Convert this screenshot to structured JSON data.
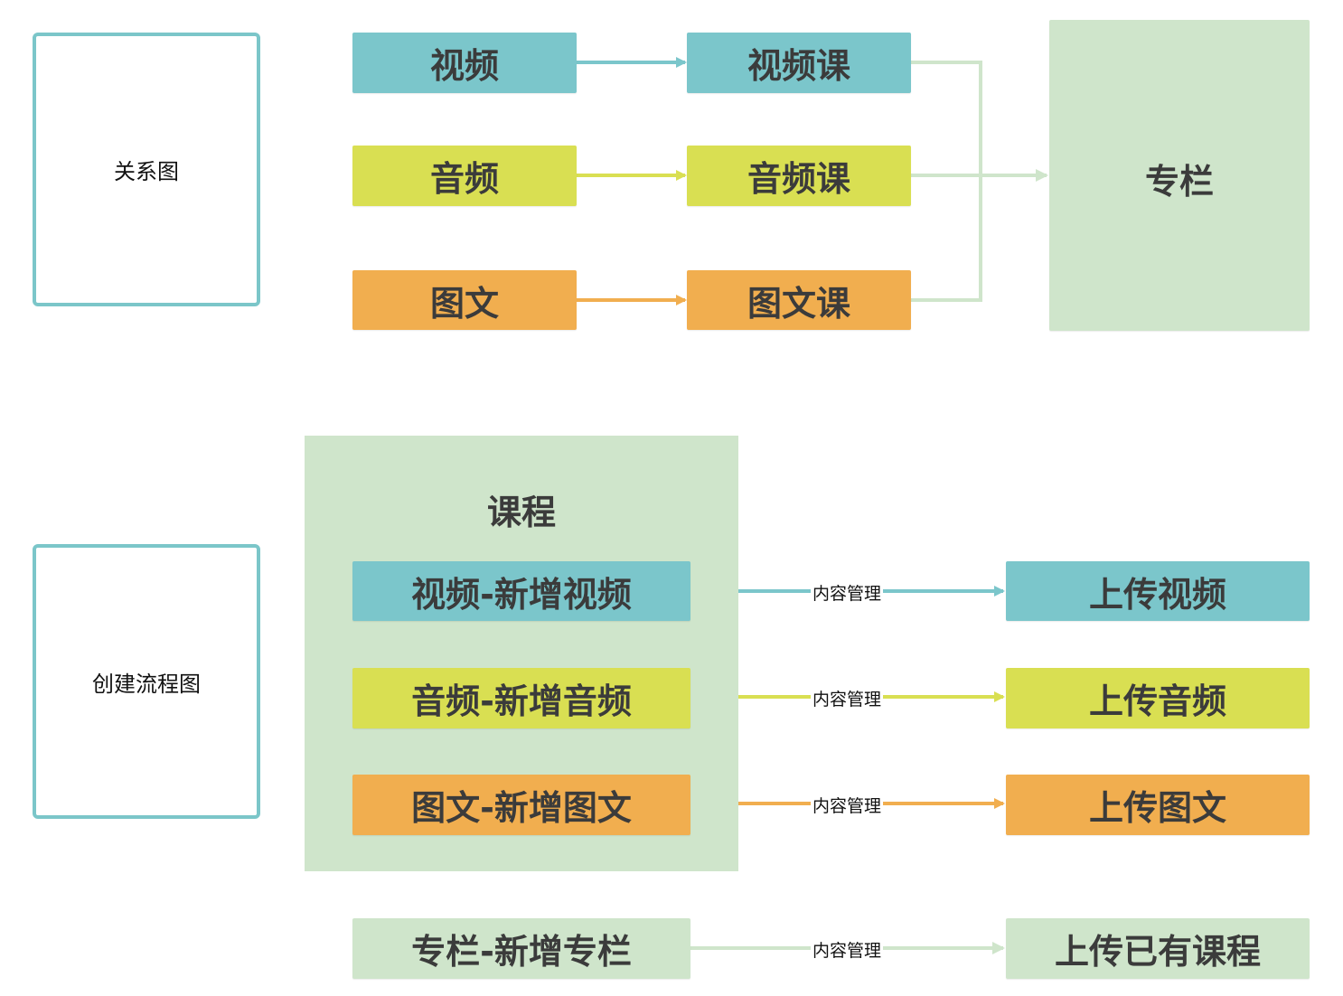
{
  "relation": {
    "frame_label": "关系图",
    "sources": [
      {
        "label": "视频",
        "color": "#7bc6cb"
      },
      {
        "label": "音频",
        "color": "#d9df52"
      },
      {
        "label": "图文",
        "color": "#f1ae4f"
      }
    ],
    "courses": [
      {
        "label": "视频课",
        "color": "#7bc6cb"
      },
      {
        "label": "音频课",
        "color": "#d9df52"
      },
      {
        "label": "图文课",
        "color": "#f1ae4f"
      }
    ],
    "target": {
      "label": "专栏",
      "color": "#cfe5cb"
    }
  },
  "creation": {
    "frame_label": "创建流程图",
    "group_title": "课程",
    "steps": [
      {
        "label": "视频-新增视频",
        "edge_label": "内容管理",
        "result": "上传视频",
        "color": "#7bc6cb"
      },
      {
        "label": "音频-新增音频",
        "edge_label": "内容管理",
        "result": "上传音频",
        "color": "#d9df52"
      },
      {
        "label": "图文-新增图文",
        "edge_label": "内容管理",
        "result": "上传图文",
        "color": "#f1ae4f"
      }
    ],
    "column_step": {
      "label": "专栏-新增专栏",
      "edge_label": "内容管理",
      "result": "上传已有课程",
      "color": "#cfe5cb"
    }
  }
}
